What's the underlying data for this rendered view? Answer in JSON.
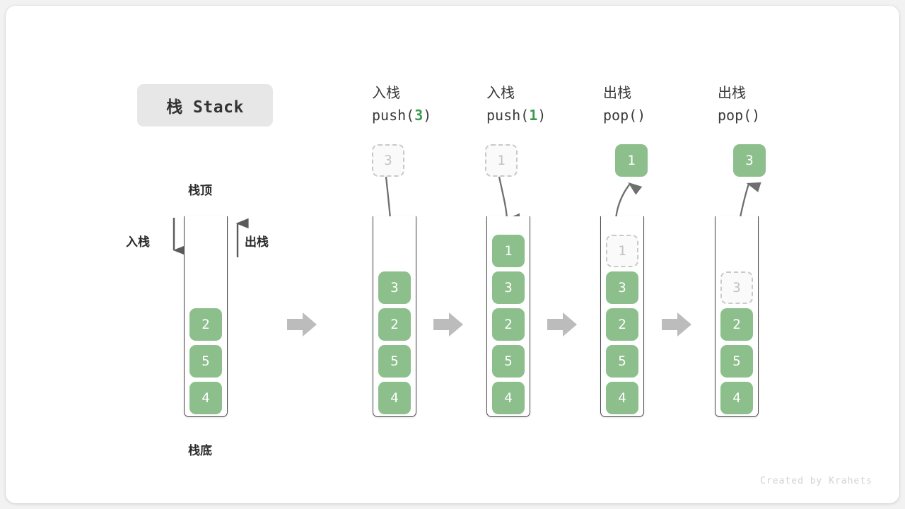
{
  "title": {
    "text": "栈 Stack"
  },
  "labels": {
    "top": "栈顶",
    "bottom": "栈底",
    "push_side": "入栈",
    "pop_side": "出栈"
  },
  "watermark": "Created by Krahets",
  "colors": {
    "element": "#8cbf8b",
    "element_text": "#ffffff",
    "ghost_border": "#c9c9c9",
    "ghost_text": "#c2c2c2",
    "accent_number": "#3c9a4e",
    "arrow": "#6f6f6f",
    "step_arrow": "#bcbcbc",
    "wall": "#4a4a4a",
    "badge_bg": "#e7e7e7",
    "canvas": "#ffffff",
    "page_bg": "#f2f2f2"
  },
  "stages": [
    {
      "id": "initial",
      "op_cn": "",
      "op_code": "",
      "stack": [
        "2",
        "5",
        "4"
      ],
      "incoming": null,
      "outgoing": null,
      "ghost_in_stack": null
    },
    {
      "id": "push-3",
      "op_cn": "入栈",
      "op_code_prefix": "push(",
      "op_code_value": "3",
      "op_code_suffix": ")",
      "stack": [
        "3",
        "2",
        "5",
        "4"
      ],
      "incoming": "3",
      "outgoing": null,
      "ghost_in_stack": null
    },
    {
      "id": "push-1",
      "op_cn": "入栈",
      "op_code_prefix": "push(",
      "op_code_value": "1",
      "op_code_suffix": ")",
      "stack": [
        "1",
        "3",
        "2",
        "5",
        "4"
      ],
      "incoming": "1",
      "outgoing": null,
      "ghost_in_stack": null
    },
    {
      "id": "pop-1",
      "op_cn": "出栈",
      "op_code_prefix": "pop(",
      "op_code_value": "",
      "op_code_suffix": ")",
      "stack": [
        "3",
        "2",
        "5",
        "4"
      ],
      "incoming": null,
      "outgoing": "1",
      "ghost_in_stack": "1"
    },
    {
      "id": "pop-3",
      "op_cn": "出栈",
      "op_code_prefix": "pop(",
      "op_code_value": "",
      "op_code_suffix": ")",
      "stack": [
        "2",
        "5",
        "4"
      ],
      "incoming": null,
      "outgoing": "3",
      "ghost_in_stack": "3"
    }
  ],
  "step_arrows": 4
}
